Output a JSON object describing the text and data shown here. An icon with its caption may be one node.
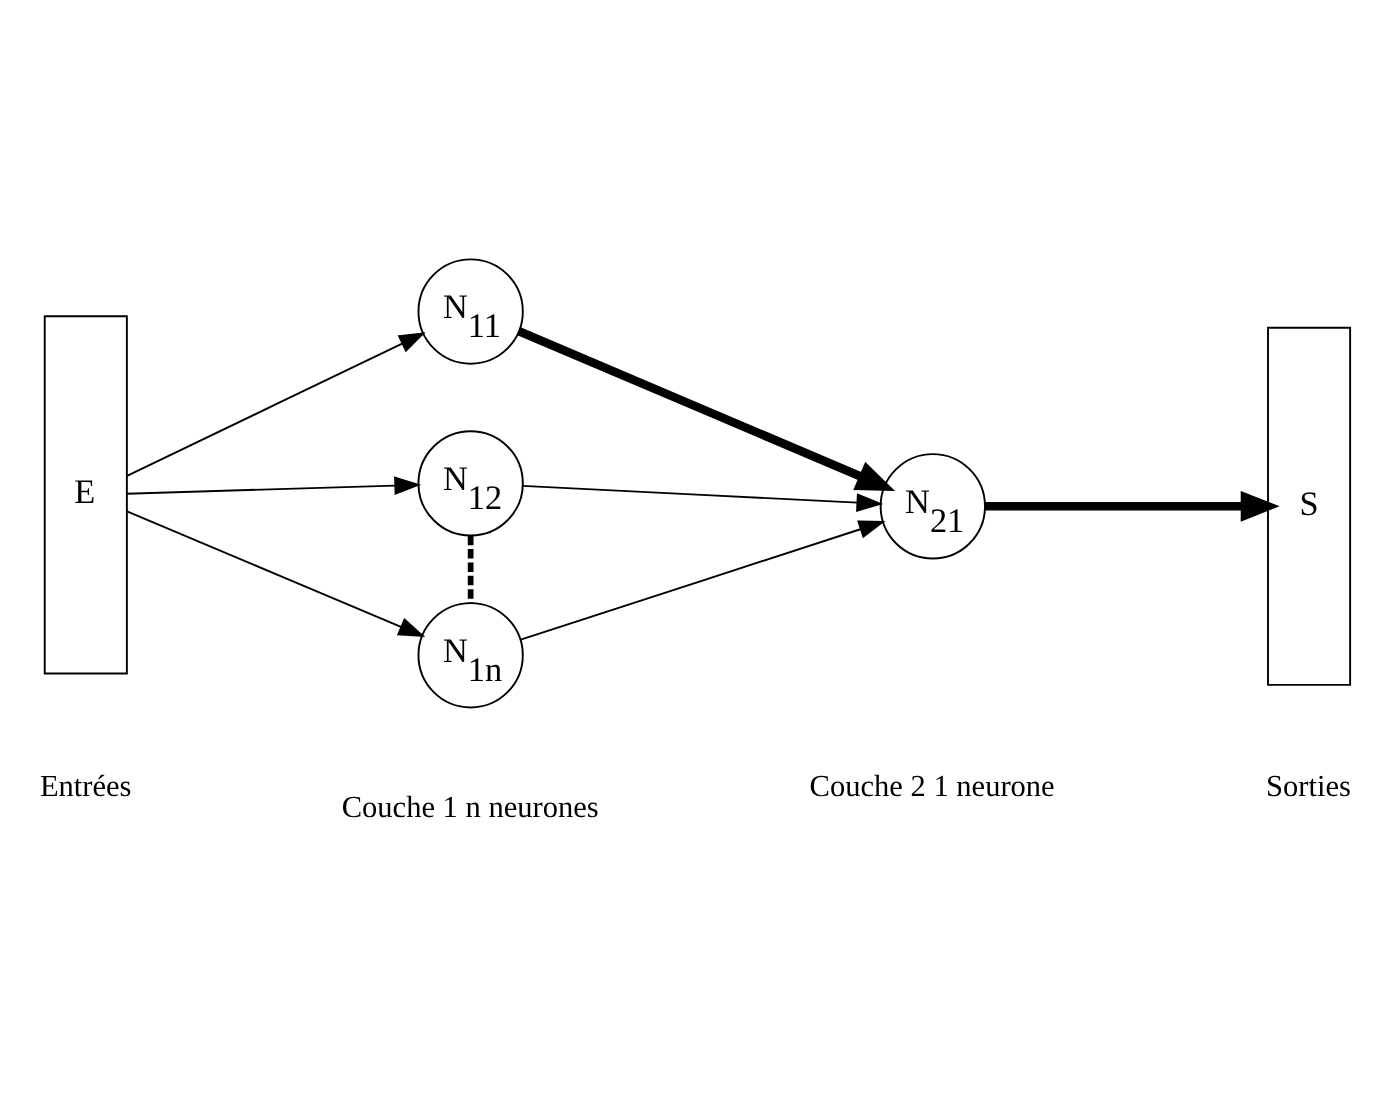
{
  "diagram": {
    "nodes": [
      {
        "text": [
          "E"
        ]
      },
      {
        "text": [
          "N$_{11}$"
        ]
      },
      {
        "text": [
          "N$_{12}$"
        ]
      },
      {
        "text": [
          "N$_{1n}$"
        ]
      },
      {
        "text": [
          "N$_{21}$"
        ]
      },
      {
        "text": [
          "S"
        ]
      }
    ],
    "edges": [
      {
        "from": 0,
        "to": 1,
        "arrow": "to"
      },
      {
        "from": 0,
        "to": 2,
        "arrow": "to"
      },
      {
        "from": 0,
        "to": 3,
        "arrow": "to"
      },
      {
        "from": 1,
        "to": 4,
        "arrow": "to",
        "style": "thick"
      },
      {
        "from": 2,
        "to": 4,
        "arrow": "to"
      },
      {
        "from": 3,
        "to": 4,
        "arrow": "to"
      },
      {
        "from": 4,
        "to": 5,
        "arrow": "to",
        "style": "thick"
      },
      {
        "from": 2,
        "to": 3,
        "arrow": "none",
        "style": "dashed"
      }
    ],
    "labels": [
      "Entrées",
      "Couche 1 n neurones",
      "Couche 2 1 neurone",
      "Sorties"
    ]
  }
}
